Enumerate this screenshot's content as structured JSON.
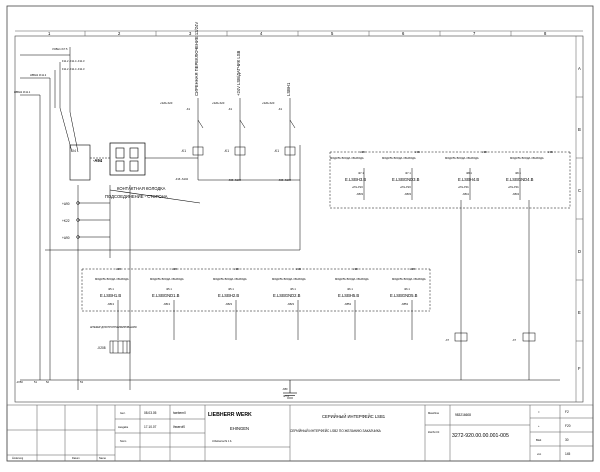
{
  "columns": [
    "1",
    "2",
    "3",
    "4",
    "5",
    "6",
    "7",
    "8"
  ],
  "rows": [
    "A",
    "B",
    "C",
    "D",
    "E",
    "F"
  ],
  "left_labels": {
    "k_top": "VCBH1 /K7.5",
    "k_sub1": "F11.2 -F11.4 -F11.3",
    "k_sub2": "F11.2 -F11.4 -F11.3",
    "lbbh1": "LBBH1 /K11.2",
    "lbbh2": "LBBH1 /K11.1",
    "a94": "-A94",
    "x4": "X4",
    "a90_1": "+A90",
    "k22": "+K22",
    "a90_2": "+A90",
    "jx50": "-JX50",
    "pin_51": "51",
    "pin_52": "52",
    "pin_53": "53"
  },
  "connector": {
    "title": "КОНТАКТНАЯ КОЛОДКА",
    "subtitle": "ПОДСОЕДИНЕНИЕ - СТОРОНА"
  },
  "vertical_headers": {
    "h1": "СИРЕННАЯ ПЕРЕКЛЮЧЕНИЕ 12/24V",
    "h2": "+24V LSB/ДАТЧИК LSB",
    "h3": "LSBH1"
  },
  "relays": [
    {
      "top": "+S20+S20",
      "sub": "-K1",
      "coil": "-K1",
      "bottom": "-F16 -S104"
    },
    {
      "top": "+S20+S20",
      "sub": "-K1",
      "coil": "-K1",
      "bottom": "-F26 -S104"
    },
    {
      "top": "+S20+S20",
      "sub": "-K1",
      "coil": "-K1",
      "bottom": "-F26 -S104"
    }
  ],
  "module_header": "МОДУЛЬ ВХОДА / ВЫХОДА",
  "bus_label": "LSB",
  "modules_top": [
    {
      "id": "/27.1",
      "name": "E.LSBH3.B",
      "pin": "-X833",
      "lsb": "LSB",
      "a": "+PG-P23"
    },
    {
      "id": "/27.1",
      "name": "E.LSBGND3.B",
      "pin": "-X833",
      "lsb": "LSB",
      "a": "+PG-P23"
    },
    {
      "id": "/28.1",
      "name": "E.LSBH4.B",
      "pin": "-X841",
      "lsb": "LSB",
      "a": "+PG-P31"
    },
    {
      "id": "/28.1",
      "name": "E.LSBGND4.B",
      "pin": "-X843",
      "lsb": "LSB",
      "a": "+PG-P31"
    }
  ],
  "modules_bottom": [
    {
      "id": "/25.1",
      "name": "E.LSBH1.B",
      "pin": "-X813",
      "lsb": "LSB"
    },
    {
      "id": "/25.1",
      "name": "E.LSBGND1.B",
      "pin": "-X813",
      "lsb": "LSB"
    },
    {
      "id": "/25.1",
      "name": "E.LSBH2.B",
      "pin": "-X823",
      "lsb": "LSB"
    },
    {
      "id": "/25.1",
      "name": "E.LSBGND2.B",
      "pin": "-X823",
      "lsb": "LSB"
    },
    {
      "id": "/26.1",
      "name": "E.LSBH5.B",
      "pin": "-X853",
      "lsb": "LSB"
    },
    {
      "id": "/26.1",
      "name": "E.LSBGND5.B",
      "pin": "-X853",
      "lsb": "LSB"
    }
  ],
  "programming": {
    "label": "ШТЕКЕР ДЛЯ ПРОГРАММИРОВАНИЯ",
    "ref": "-X208"
  },
  "x7": [
    "-X7",
    "-X7"
  ],
  "ground": {
    "ref": "-X80",
    "sub": "/3Y.4"
  },
  "title_block": {
    "rev_labels": [
      "Änderung",
      "Datum",
      "Name"
    ],
    "row_labels": [
      "Gez.",
      "Ausgabe",
      "Norm"
    ],
    "dates": [
      "08.03.05",
      "17.10.07"
    ],
    "names": [
      "lwebern0",
      "lhwerof0"
    ],
    "company": "LIEBHERR WERK",
    "city": "EHINGEN",
    "copyright": "Urheberrecht z.b.",
    "title1": "СЕРИЙНЫЙ ИНТЕРФЕЙС LSB1",
    "title2": "СЕРИЙНЫЙ ИНТЕРФЕЙС LSB2 ПО ЖЕЛАНИЮ ЗАКАЗЧИКА",
    "machine_label": "Maschine",
    "machine_no": "983216608",
    "drawing_label": "Zeichn.Nr.",
    "drawing_no": "3272-920.00.00.001-005",
    "sheet_labels": [
      "=",
      "+",
      "Blatt",
      "von"
    ],
    "sheet_values": [
      "F2",
      "F20",
      "30",
      "145"
    ]
  }
}
